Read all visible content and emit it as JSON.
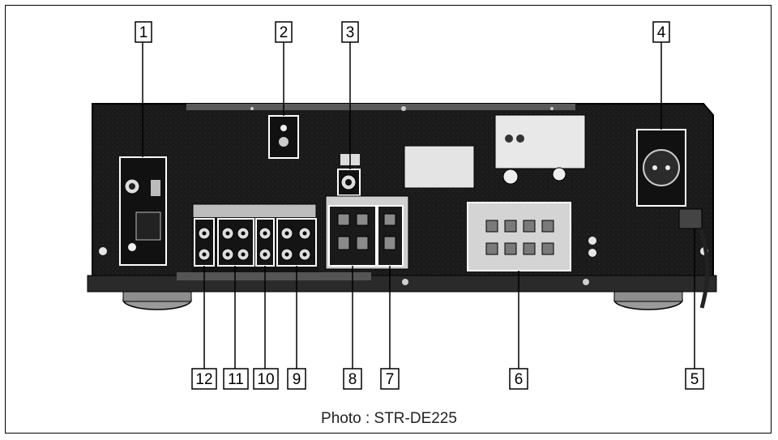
{
  "caption": "Photo : STR-DE225",
  "callouts": {
    "top": [
      "1",
      "2",
      "3",
      "4"
    ],
    "bottom": [
      "12",
      "11",
      "10",
      "9",
      "8",
      "7",
      "6",
      "5"
    ]
  },
  "colors": {
    "panel": "#1c1c1c",
    "frame": "#000000",
    "highlight": "#ffffff"
  }
}
